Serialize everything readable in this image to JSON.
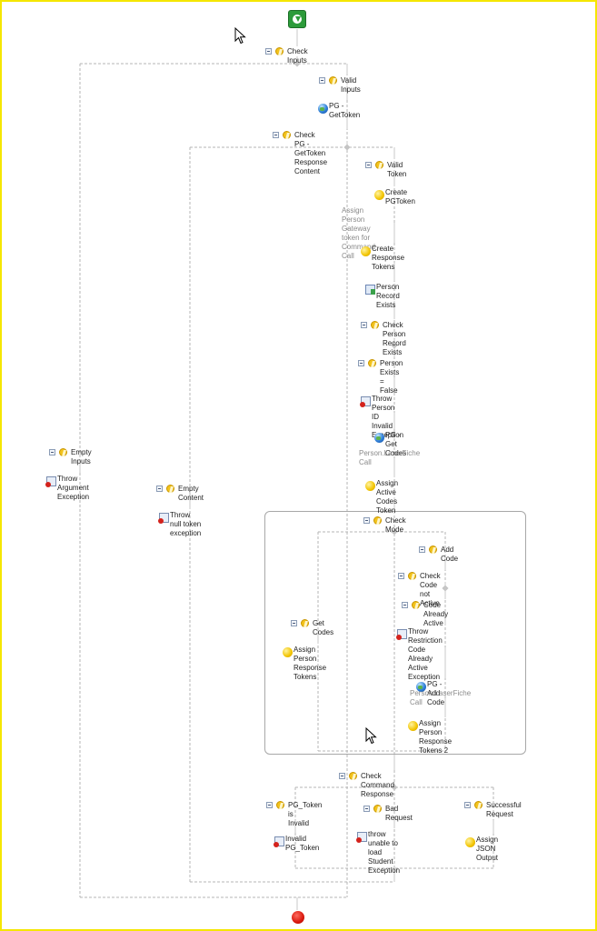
{
  "nodes": [
    {
      "id": "check-inputs",
      "type": "condition",
      "collapse": true,
      "label": "Check Inputs"
    },
    {
      "id": "valid-inputs",
      "type": "condition",
      "collapse": true,
      "label": "Valid Inputs"
    },
    {
      "id": "pg-gettoken",
      "type": "web",
      "label": "PG - GetToken"
    },
    {
      "id": "check-pg-gettoken",
      "type": "condition",
      "collapse": true,
      "label": "Check PG - GetToken Response Content"
    },
    {
      "id": "valid-token",
      "type": "condition",
      "collapse": true,
      "label": "Valid Token"
    },
    {
      "id": "create-pgtoken",
      "type": "token",
      "label": "Create\nPGToken",
      "sub": "Assign Person Gateway token for\nCommand Call"
    },
    {
      "id": "create-response-tokens",
      "type": "token",
      "label": "Create Response\nTokens"
    },
    {
      "id": "person-record-exists",
      "type": "record",
      "label": "Person Record\nExists"
    },
    {
      "id": "check-person-record",
      "type": "condition",
      "collapse": true,
      "label": "Check Person\nRecord Exists"
    },
    {
      "id": "person-exists-false",
      "type": "condition",
      "collapse": true,
      "label": "Person Exists =\nFalse"
    },
    {
      "id": "throw-person-id",
      "type": "exception",
      "label": "Throw Person ID\nInvalid Exception"
    },
    {
      "id": "pg-get-codes",
      "type": "web",
      "label": "PG - Get\nCodes",
      "sub": "Person.LaserFiche Call"
    },
    {
      "id": "assign-active-codes",
      "type": "token",
      "label": "Assign Active\nCodes Token"
    },
    {
      "id": "check-mode",
      "type": "condition",
      "collapse": true,
      "label": "Check Mode"
    },
    {
      "id": "add-code",
      "type": "condition",
      "collapse": true,
      "label": "Add Code"
    },
    {
      "id": "check-code-not-active",
      "type": "condition",
      "collapse": true,
      "label": "Check Code not Active"
    },
    {
      "id": "code-already-active",
      "type": "condition",
      "collapse": true,
      "label": "Code Already Active"
    },
    {
      "id": "throw-restriction",
      "type": "exception",
      "label": "Throw Restriction Code\nAlready Active Exception"
    },
    {
      "id": "pg-add-code",
      "type": "web",
      "label": "PG - Add Code",
      "sub": "Person.LaserFiche Call"
    },
    {
      "id": "assign-person-tokens-2",
      "type": "token",
      "label": "Assign Person\nResponse Tokens 2"
    },
    {
      "id": "get-codes",
      "type": "condition",
      "collapse": true,
      "label": "Get Codes"
    },
    {
      "id": "assign-person-tokens",
      "type": "token",
      "label": "Assign Person\nResponse Tokens"
    },
    {
      "id": "empty-inputs",
      "type": "condition",
      "collapse": true,
      "label": "Empty Inputs"
    },
    {
      "id": "throw-argument",
      "type": "exception",
      "label": "Throw Argument\nException"
    },
    {
      "id": "empty-content",
      "type": "condition",
      "collapse": true,
      "label": "Empty Content"
    },
    {
      "id": "throw-null-token",
      "type": "exception",
      "label": "Throw null token\nexception"
    },
    {
      "id": "check-command-response",
      "type": "condition",
      "collapse": true,
      "label": "Check Command Response"
    },
    {
      "id": "pg-token-invalid",
      "type": "condition",
      "collapse": true,
      "label": "PG_Token is\nInvalid"
    },
    {
      "id": "invalid-pg-token",
      "type": "exception",
      "label": "Invalid\nPG_Token"
    },
    {
      "id": "bad-request",
      "type": "condition",
      "collapse": true,
      "label": "Bad Request"
    },
    {
      "id": "throw-unable-load",
      "type": "exception",
      "label": "throw unable to load\nStudent Exception"
    },
    {
      "id": "successful-request",
      "type": "condition",
      "collapse": true,
      "label": "Successful\nRequest"
    },
    {
      "id": "assign-json-output",
      "type": "token",
      "label": "Assign JSON\nOutput"
    }
  ],
  "colors": {
    "frame": "#f5e600",
    "start": "#2c9b3a",
    "end": "#d8180d",
    "wire": "#c8c8c8",
    "dash": "#b4b4b4"
  }
}
